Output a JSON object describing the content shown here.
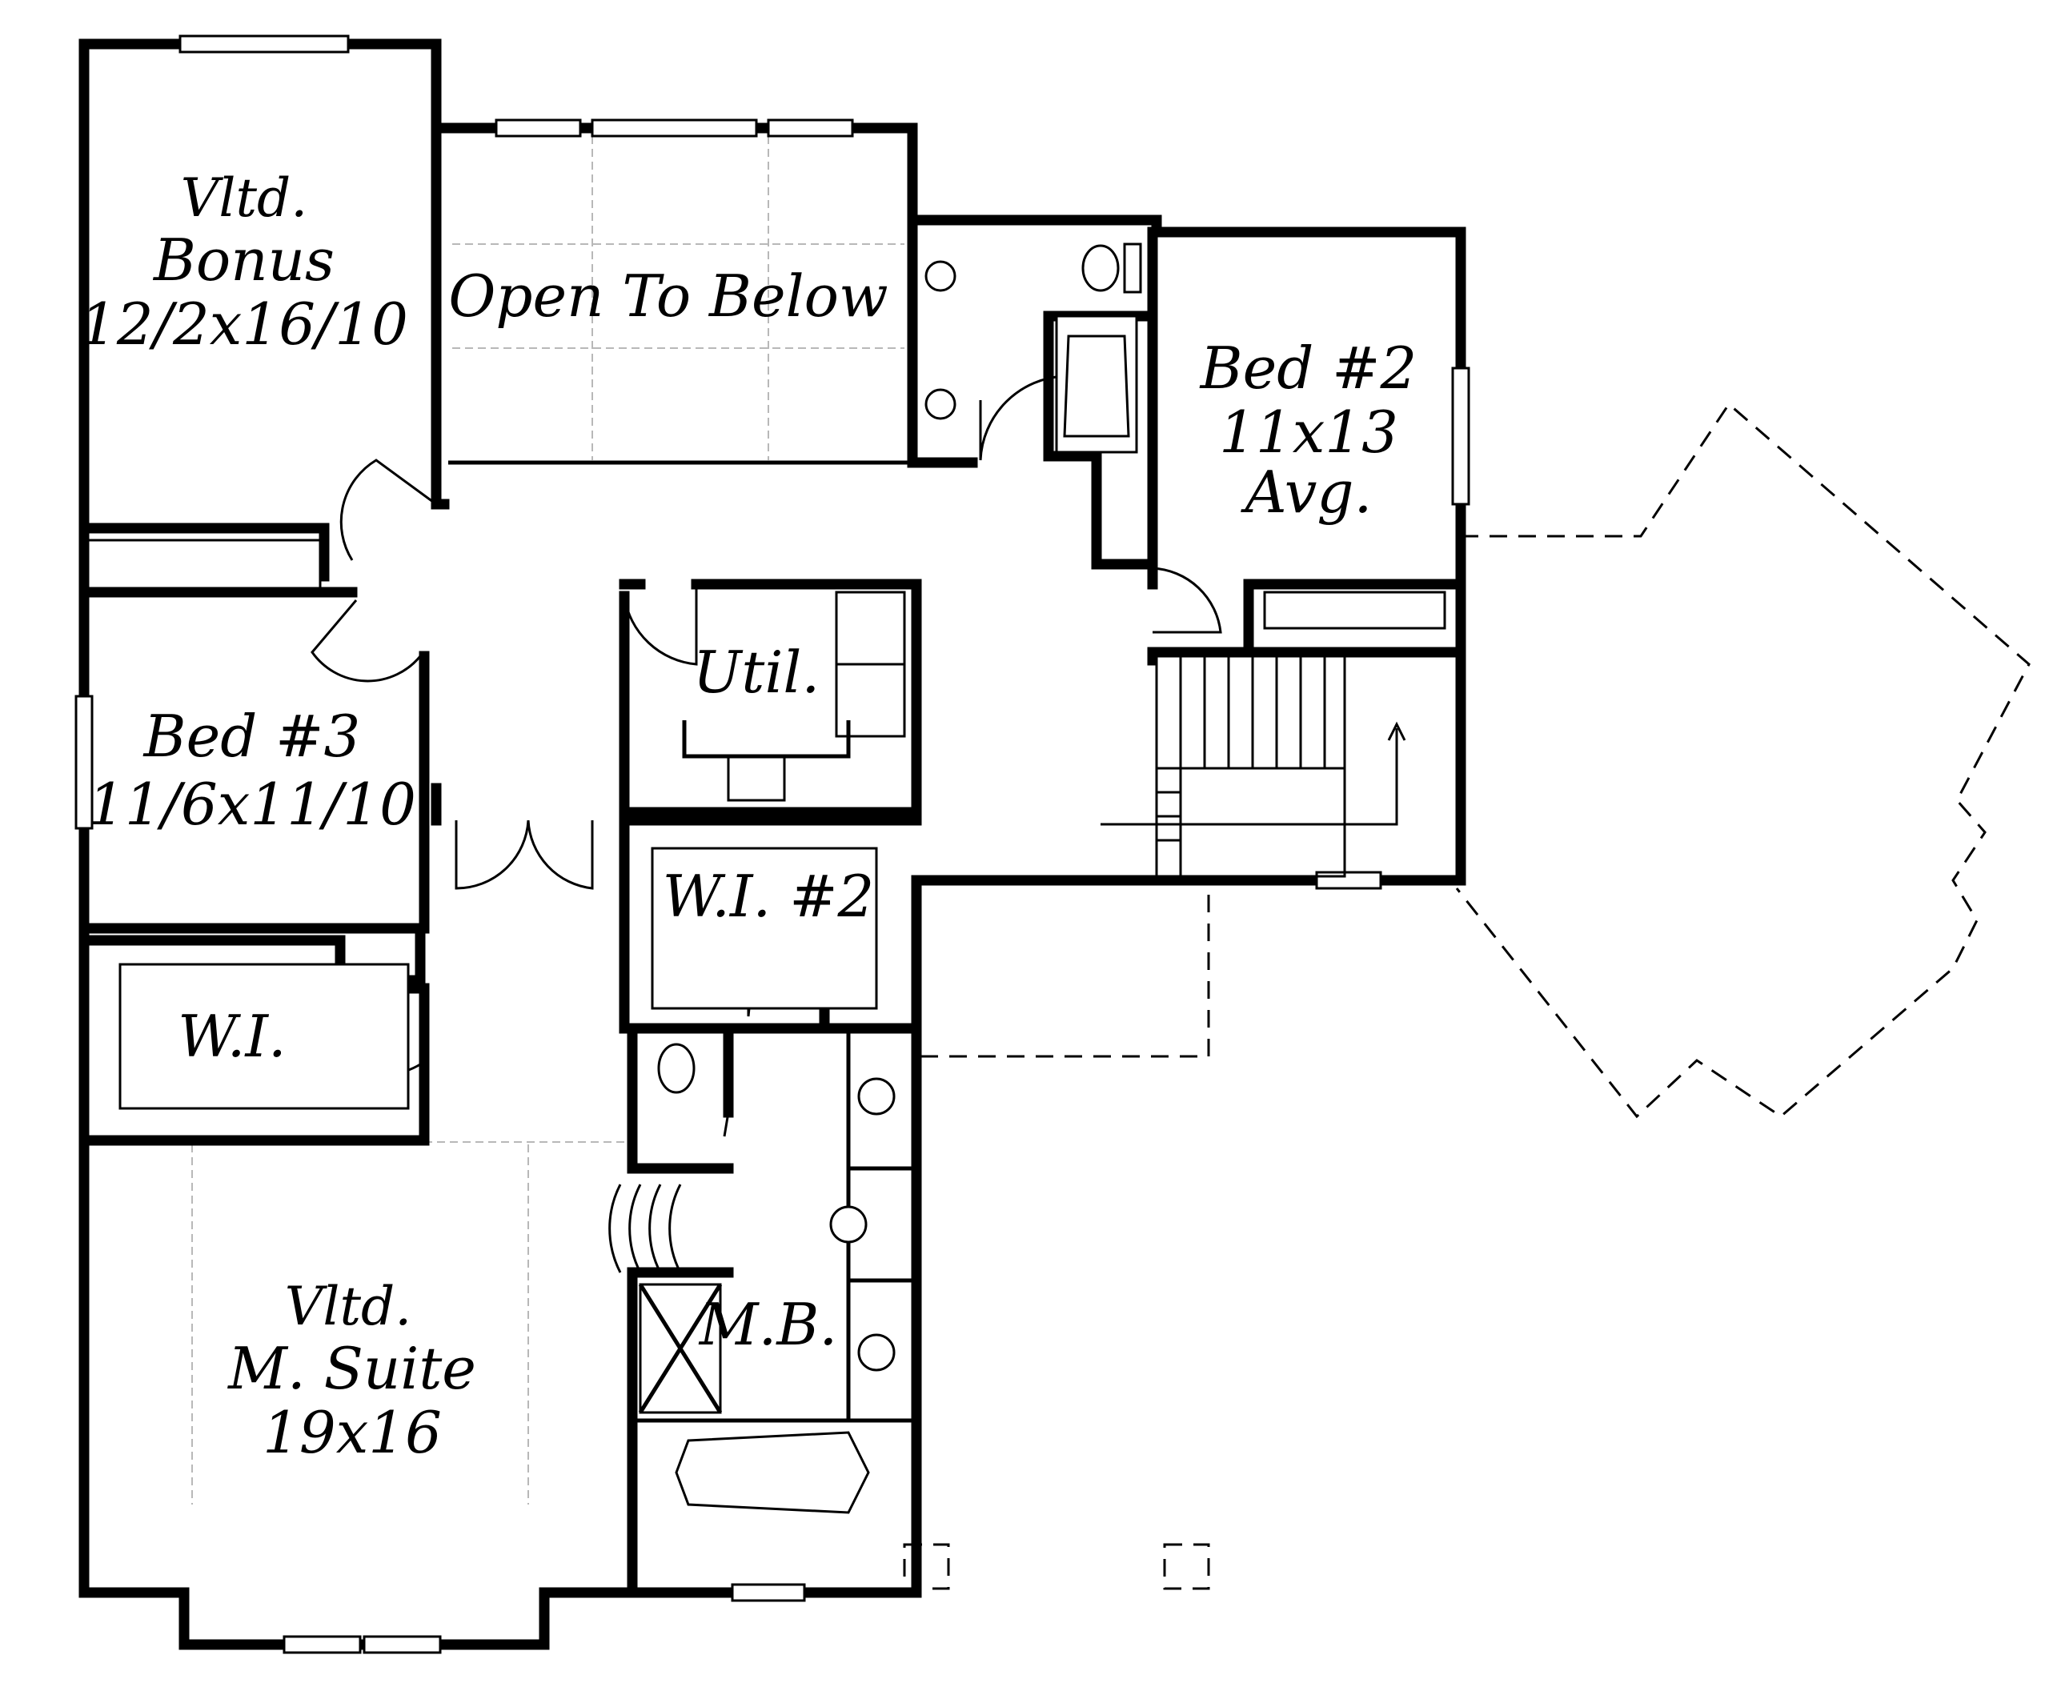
{
  "rooms": {
    "bonus": {
      "line1": "Vltd.",
      "line2": "Bonus",
      "line3": "12/2x16/10"
    },
    "open_to_below": {
      "label": "Open To Below"
    },
    "bed2": {
      "line1": "Bed #2",
      "line2": "11x13",
      "line3": "Avg."
    },
    "bed3": {
      "line1": "Bed #3",
      "line2": "11/6x11/10"
    },
    "util": {
      "label": "Util."
    },
    "wi2": {
      "label": "W.I. #2"
    },
    "wi": {
      "label": "W.I."
    },
    "msuite": {
      "line1": "Vltd.",
      "line2": "M. Suite",
      "line3": "19x16"
    },
    "mb": {
      "label": "M.B."
    }
  }
}
